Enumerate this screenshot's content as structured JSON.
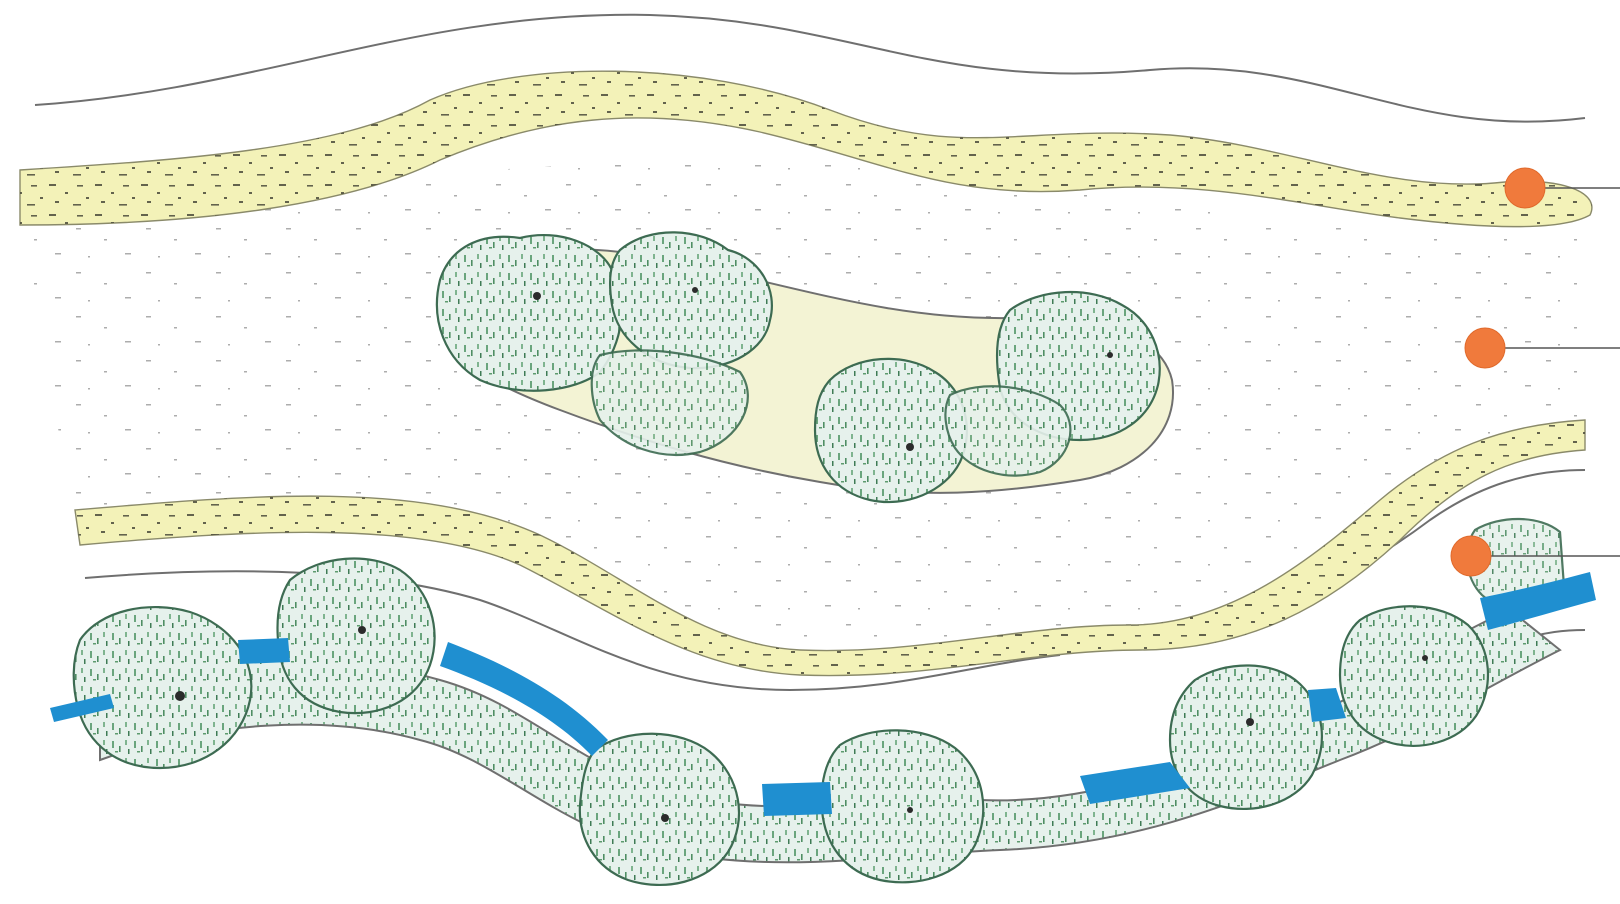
{
  "diagram": {
    "kind": "landscape plan sketch (top view)",
    "visible_text": [],
    "palette": {
      "background": "#ffffff",
      "gravel_strip": "#f3f2b8",
      "gravel_specks": "#4a4a3a",
      "tree_canopy_fill": "#e6f1ec",
      "tree_canopy_outline": "#3d6b52",
      "tree_texture": "#5d9a6e",
      "bench": "#1f8fd0",
      "marker": "#f07a3c",
      "outline": "#6f6f6f"
    },
    "elements": {
      "gravel_strips": [
        "upper-gravel-strip",
        "lower-gravel-strip"
      ],
      "tree_groups": [
        "central-tree-island",
        "lower-tree-row"
      ],
      "benches_count": 7,
      "markers_count": 3
    }
  }
}
